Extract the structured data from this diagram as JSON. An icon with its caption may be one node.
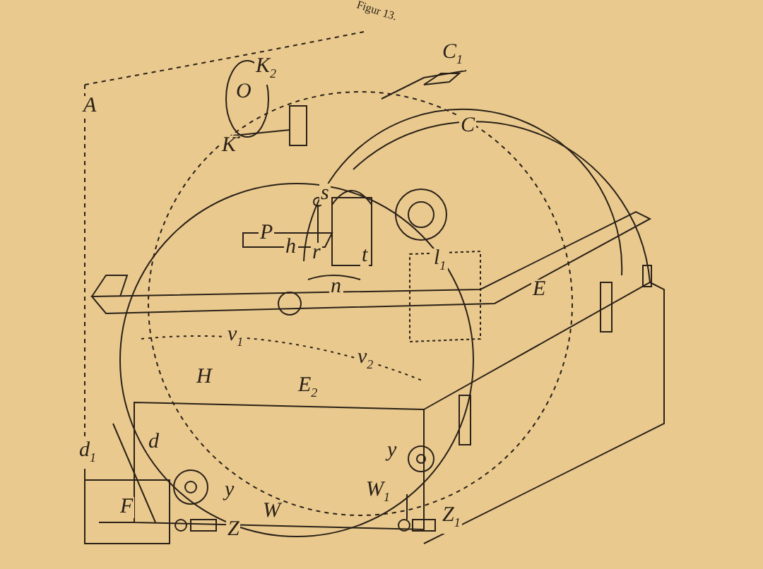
{
  "diagram": {
    "title": "Figur 13.",
    "labels": [
      "C$_{1}$",
      "K$_{2}$",
      "O",
      "A",
      "K",
      "C",
      "s",
      "P",
      "h",
      "r",
      "t",
      "l$_{1}$",
      "n",
      "E",
      "v$_{1}$",
      "v$_{2}$",
      "H",
      "E$_{2}$",
      "d$_{1}$",
      "d",
      "y",
      "y",
      "W$_{1}$",
      "F",
      "W",
      "Z",
      "Z$_{1}$"
    ]
  }
}
